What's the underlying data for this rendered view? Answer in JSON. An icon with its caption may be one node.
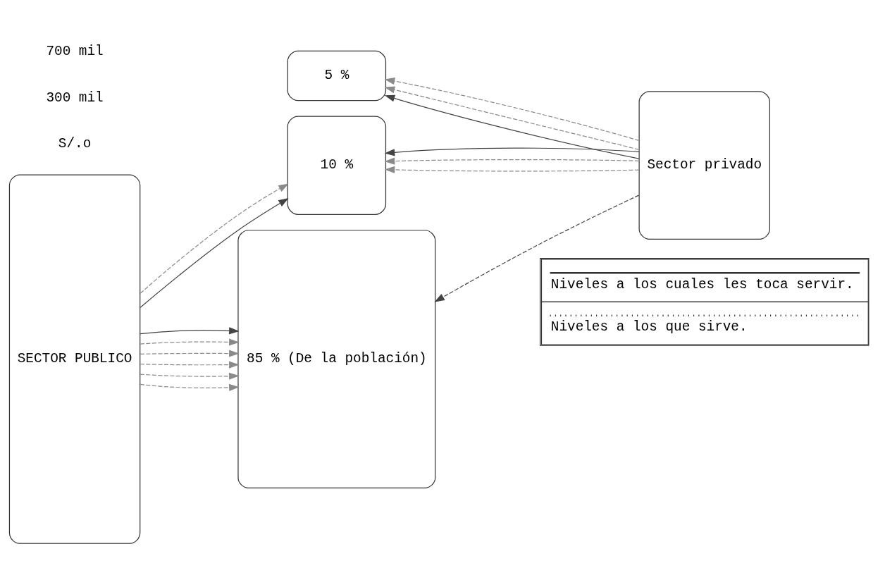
{
  "diagram": {
    "nodes": [
      {
        "text": [
          "SECTOR PUBLICO"
        ]
      },
      {
        "text": [
          "5 %"
        ]
      },
      {
        "text": [
          "10 %"
        ]
      },
      {
        "text": [
          "85 % (De la población)"
        ]
      },
      {
        "text": [
          "Sector privado"
        ]
      }
    ],
    "edges": [
      {
        "from": 0,
        "to": 2,
        "arrow": "to"
      },
      {
        "from": 0,
        "to": 2,
        "arrow": "to",
        "style": "dashed",
        "color": "#8a8a8a"
      },
      {
        "from": 0,
        "to": 3,
        "arrow": "to",
        "style": "dashed",
        "color": "#8a8a8a"
      },
      {
        "from": 0,
        "to": 3,
        "arrow": "to",
        "style": "dashed",
        "color": "#8a8a8a"
      },
      {
        "from": 0,
        "to": 3,
        "arrow": "to",
        "style": "dashed",
        "color": "#8a8a8a"
      },
      {
        "from": 0,
        "to": 3,
        "arrow": "to",
        "style": "dashed",
        "color": "#8a8a8a"
      },
      {
        "from": 0,
        "to": 3,
        "arrow": "to",
        "style": "dashed",
        "color": "#8a8a8a"
      },
      {
        "from": 0,
        "to": 3,
        "arrow": "to"
      },
      {
        "from": 4,
        "to": 1,
        "arrow": "to"
      },
      {
        "from": 4,
        "to": 1,
        "arrow": "to",
        "style": "dashed",
        "color": "#8a8a8a"
      },
      {
        "from": 4,
        "to": 1,
        "arrow": "to",
        "style": "dashed",
        "color": "#8a8a8a"
      },
      {
        "from": 4,
        "to": 2,
        "arrow": "to",
        "style": "dashed",
        "color": "#8a8a8a"
      },
      {
        "from": 4,
        "to": 2,
        "arrow": "to",
        "style": "dashed",
        "color": "#8a8a8a"
      },
      {
        "from": 4,
        "to": 2,
        "arrow": "to"
      },
      {
        "from": 4,
        "to": 3,
        "arrow": "to",
        "style": "dashed"
      }
    ],
    "labels": [
      "700 mil",
      "300 mil",
      "S/.o"
    ],
    "legend": [
      {
        "text": "Niveles a los cuales les toca servir."
      },
      {
        "text": "Niveles a los que sirve."
      }
    ]
  }
}
